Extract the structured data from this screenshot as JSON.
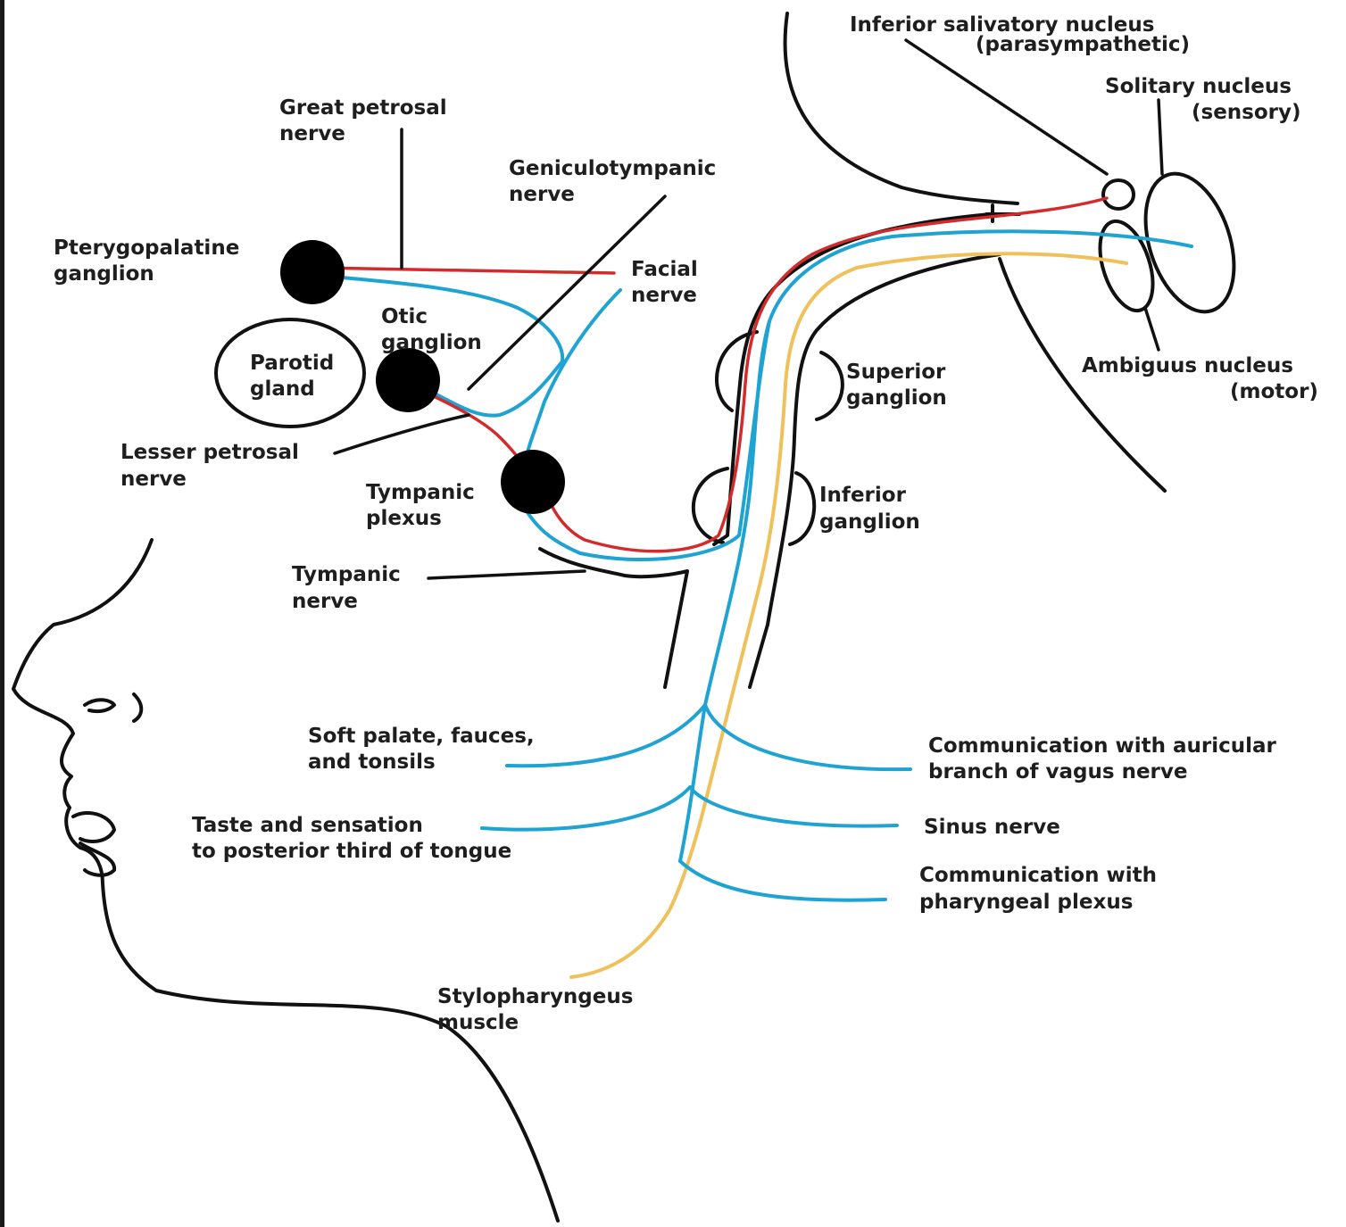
{
  "colors": {
    "sensory_fibers": "#1ea3d2",
    "parasympathetic_fibers": "#d32b2b",
    "motor_fibers": "#f0c15a",
    "outline": "#111111"
  },
  "labels": {
    "inferior_salivatory_1": "Inferior salivatory nucleus",
    "inferior_salivatory_2": "(parasympathetic)",
    "solitary_1": "Solitary nucleus",
    "solitary_2": "(sensory)",
    "ambiguus_1": "Ambiguus nucleus",
    "ambiguus_2": "(motor)",
    "great_petrosal_1": "Great petrosal",
    "great_petrosal_2": "nerve",
    "geniculotympanic_1": "Geniculotympanic",
    "geniculotympanic_2": "nerve",
    "pterygopalatine_1": "Pterygopalatine",
    "pterygopalatine_2": "ganglion",
    "facial_1": "Facial",
    "facial_2": "nerve",
    "otic_1": "Otic",
    "otic_2": "ganglion",
    "parotid_1": "Parotid",
    "parotid_2": "gland",
    "lesser_petrosal_1": "Lesser petrosal",
    "lesser_petrosal_2": "nerve",
    "tympanic_plexus_1": "Tympanic",
    "tympanic_plexus_2": "plexus",
    "tympanic_nerve_1": "Tympanic",
    "tympanic_nerve_2": "nerve",
    "superior_ganglion_1": "Superior",
    "superior_ganglion_2": "ganglion",
    "inferior_ganglion_1": "Inferior",
    "inferior_ganglion_2": "ganglion",
    "soft_palate_1": "Soft palate, fauces,",
    "soft_palate_2": "and tonsils",
    "taste_1": "Taste and sensation",
    "taste_2": "to posterior third of tongue",
    "auricular_1": "Communication with auricular",
    "auricular_2": "branch of vagus nerve",
    "sinus_1": "Sinus nerve",
    "pharyngeal_1": "Communication with",
    "pharyngeal_2": "pharyngeal plexus",
    "stylopharyngeus_1": "Stylopharyngeus",
    "stylopharyngeus_2": "muscle"
  }
}
